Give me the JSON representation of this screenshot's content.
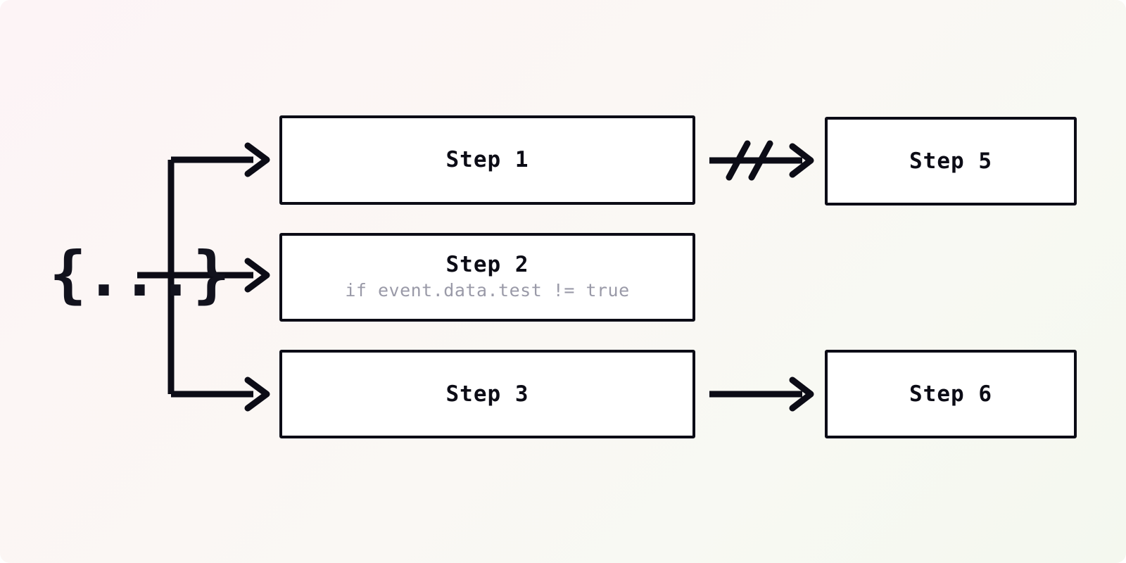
{
  "diagram": {
    "type": "flow-diagram",
    "source_node": {
      "label": "{...}",
      "name": "event-payload"
    },
    "steps": [
      {
        "id": "step1",
        "title": "Step 1",
        "condition": "",
        "column": "left",
        "row": 1
      },
      {
        "id": "step2",
        "title": "Step 2",
        "condition": "if event.data.test != true",
        "column": "left",
        "row": 2
      },
      {
        "id": "step3",
        "title": "Step 3",
        "condition": "",
        "column": "left",
        "row": 3
      },
      {
        "id": "step5",
        "title": "Step 5",
        "condition": "",
        "column": "right",
        "row": 1
      },
      {
        "id": "step6",
        "title": "Step 6",
        "condition": "",
        "column": "right",
        "row": 3
      }
    ],
    "connections": [
      {
        "from": "event-payload",
        "to": "step1",
        "style": "branch",
        "state": "normal"
      },
      {
        "from": "event-payload",
        "to": "step2",
        "style": "branch",
        "state": "normal"
      },
      {
        "from": "event-payload",
        "to": "step3",
        "style": "branch",
        "state": "normal"
      },
      {
        "from": "step1",
        "to": "step5",
        "style": "arrow",
        "state": "skipped"
      },
      {
        "from": "step3",
        "to": "step6",
        "style": "arrow",
        "state": "normal"
      }
    ],
    "colors": {
      "stroke": "#0c0c16",
      "box_fill": "#ffffff",
      "condition_text": "#9a9aa8",
      "background_start": "#fdf4f6",
      "background_end": "#f4f8ef"
    }
  }
}
